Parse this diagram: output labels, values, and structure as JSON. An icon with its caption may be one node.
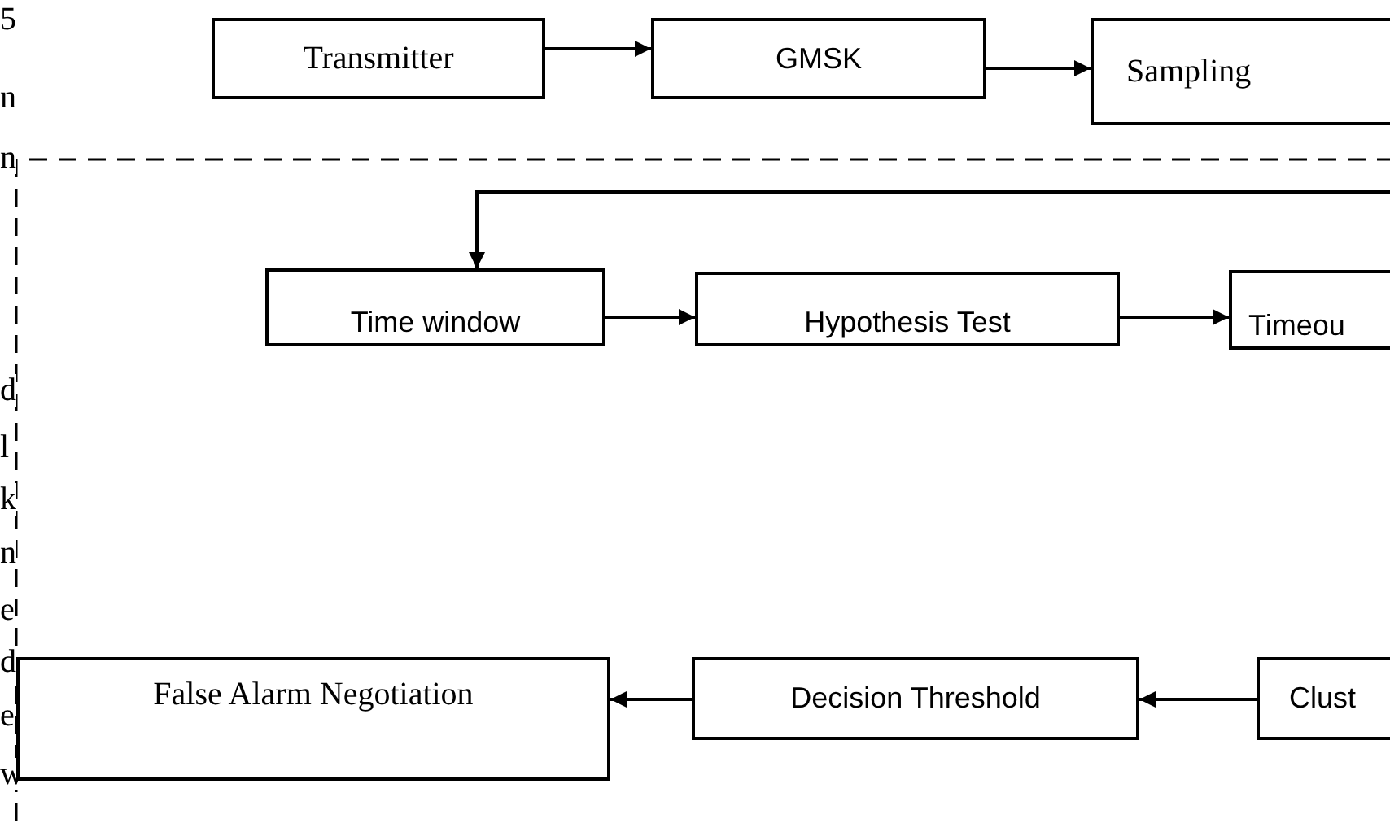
{
  "diagram": {
    "nodes": [
      {
        "text": [
          "Transmitter"
        ]
      },
      {
        "text": [
          "GMSK"
        ]
      },
      {
        "text": [
          "Sampling"
        ]
      },
      {
        "text": [
          "Time window"
        ]
      },
      {
        "text": [
          "Hypothesis Test"
        ]
      },
      {
        "text": [
          "Timeou"
        ]
      },
      {
        "text": [
          "False Alarm Negotiation"
        ]
      },
      {
        "text": [
          "Decision Threshold"
        ]
      },
      {
        "text": [
          "Clust"
        ]
      }
    ],
    "edges": [
      {
        "from": 0,
        "to": 1,
        "arrow": "to"
      },
      {
        "from": 1,
        "to": 2,
        "arrow": "to"
      },
      {
        "from": null,
        "to": 3,
        "arrow": "to"
      },
      {
        "from": 3,
        "to": 4,
        "arrow": "to"
      },
      {
        "from": 4,
        "to": 5,
        "arrow": "to"
      },
      {
        "from": 8,
        "to": 7,
        "arrow": "to"
      },
      {
        "from": 7,
        "to": 6,
        "arrow": "to"
      }
    ],
    "labels": [
      "5",
      "n",
      "n",
      "d",
      "l",
      "k",
      "n",
      "e",
      "d",
      "e",
      "w"
    ]
  }
}
